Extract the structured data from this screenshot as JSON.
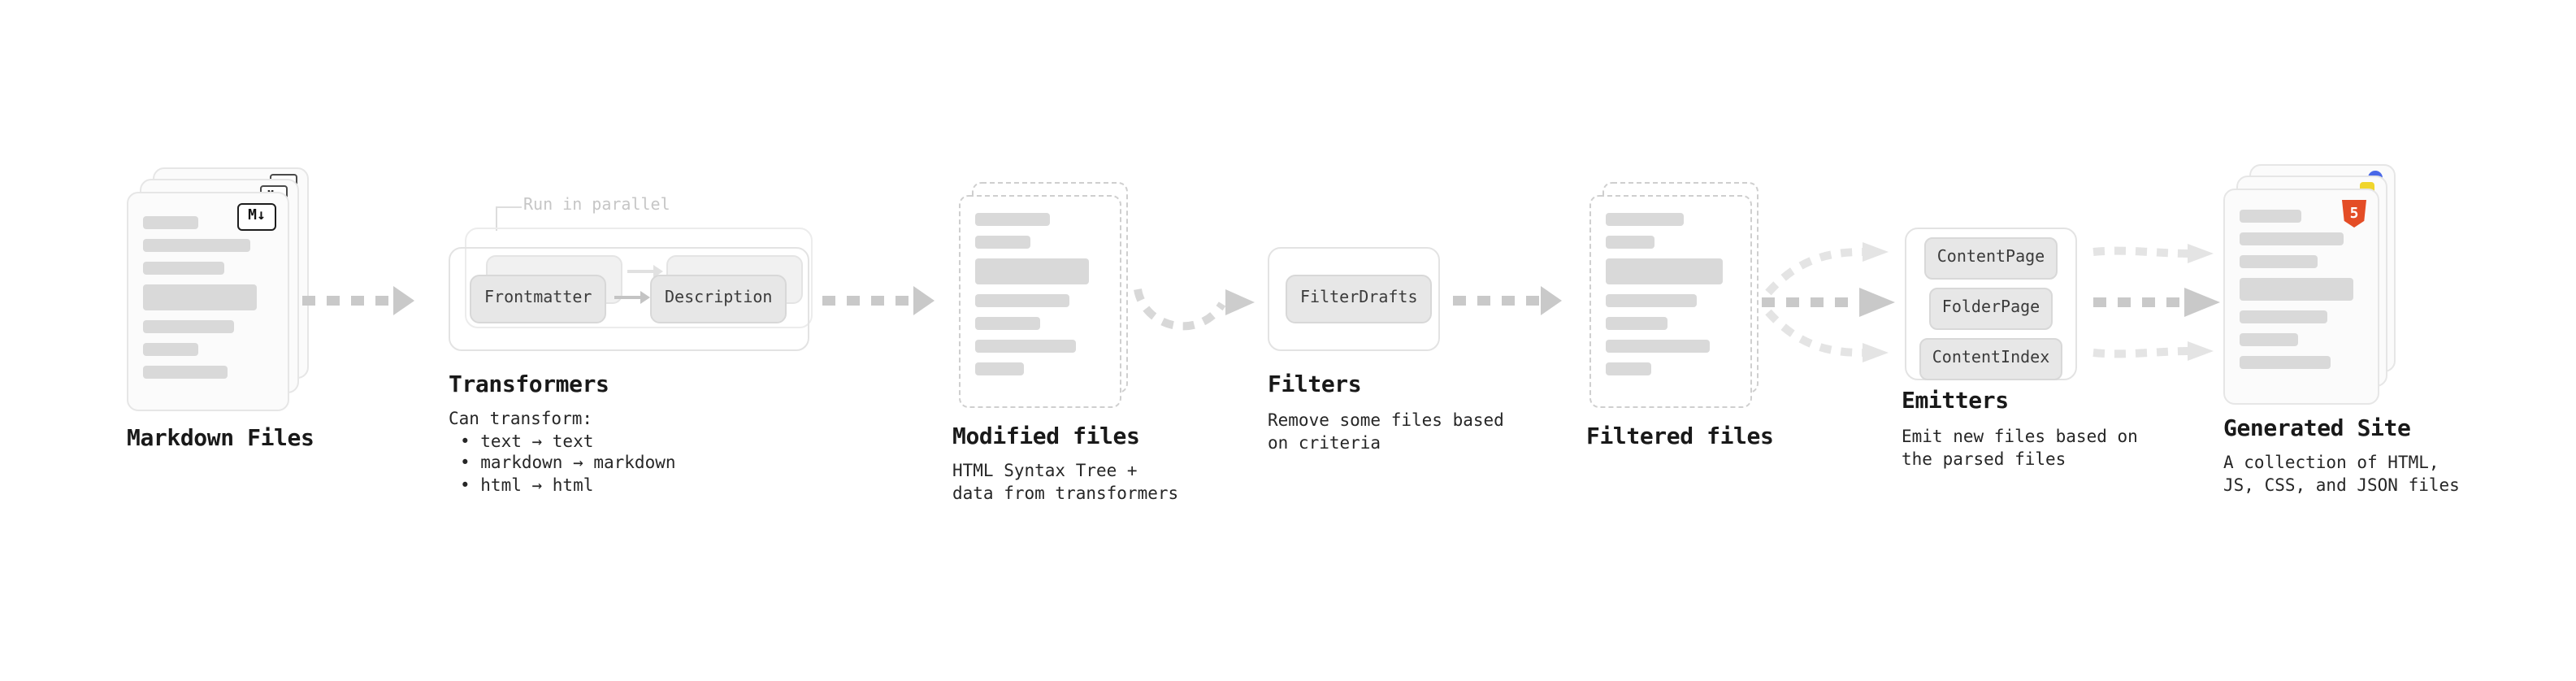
{
  "markdown_files": {
    "title": "Markdown Files",
    "icon": "M↓"
  },
  "transformers": {
    "title": "Transformers",
    "parallel_label": "Run in parallel",
    "step_frontmatter": "Frontmatter",
    "step_description": "Description",
    "caption_heading": "Can transform:",
    "bullets": [
      "• text → text",
      "• markdown → markdown",
      "• html → html"
    ]
  },
  "modified_files": {
    "title": "Modified files",
    "caption": "HTML Syntax Tree +\ndata from transformers"
  },
  "filters": {
    "title": "Filters",
    "step_filterdrafts": "FilterDrafts",
    "caption": "Remove some files based\non criteria"
  },
  "filtered_files": {
    "title": "Filtered files"
  },
  "emitters": {
    "title": "Emitters",
    "items": [
      "ContentPage",
      "FolderPage",
      "ContentIndex"
    ],
    "caption": "Emit new files based on\nthe parsed files"
  },
  "generated_site": {
    "title": "Generated Site",
    "icon": "5",
    "caption": "A collection of HTML,\nJS, CSS, and JSON files"
  }
}
